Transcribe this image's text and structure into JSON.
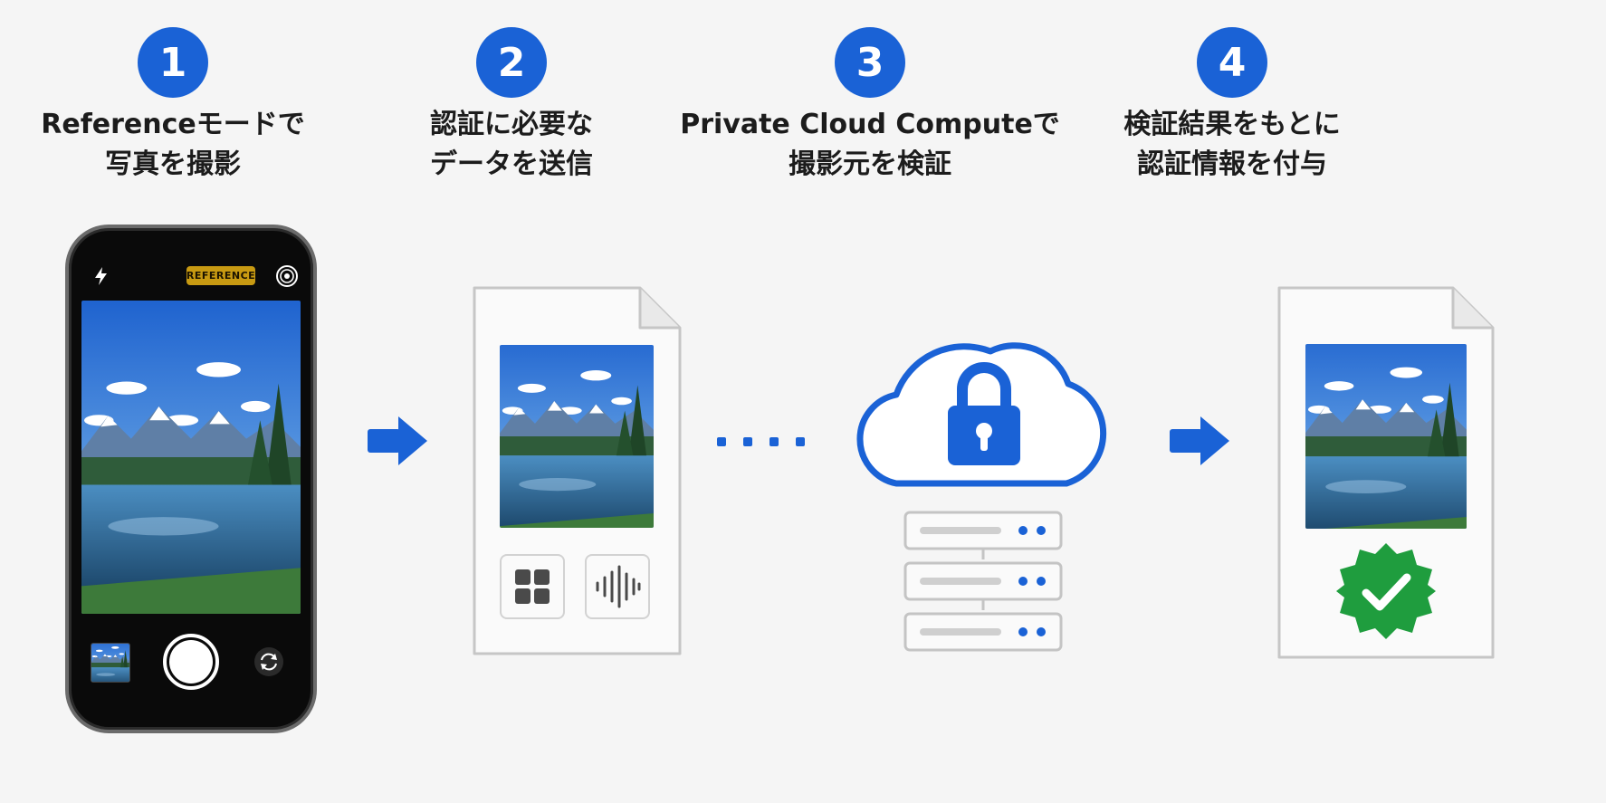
{
  "steps": [
    {
      "number": "1",
      "line1": "Referenceモードで",
      "line2": "写真を撮影"
    },
    {
      "number": "2",
      "line1": "認証に必要な",
      "line2": "データを送信"
    },
    {
      "number": "3",
      "line1": "Private Cloud Computeで",
      "line2": "撮影元を検証"
    },
    {
      "number": "4",
      "line1": "検証結果をもとに",
      "line2": "認証情報を付与"
    }
  ],
  "phone": {
    "mode_label": "REFERENCE"
  },
  "colors": {
    "accent": "#1a62d6",
    "verified": "#1f9d3e",
    "outline": "#c4c4c4"
  },
  "icons": [
    "flash-icon",
    "live-photo-icon",
    "shutter-button",
    "camera-flip-icon",
    "arrow-right-icon",
    "grid-icon",
    "waveform-icon",
    "cloud-icon",
    "lock-icon",
    "server-icon",
    "verified-check-icon"
  ]
}
